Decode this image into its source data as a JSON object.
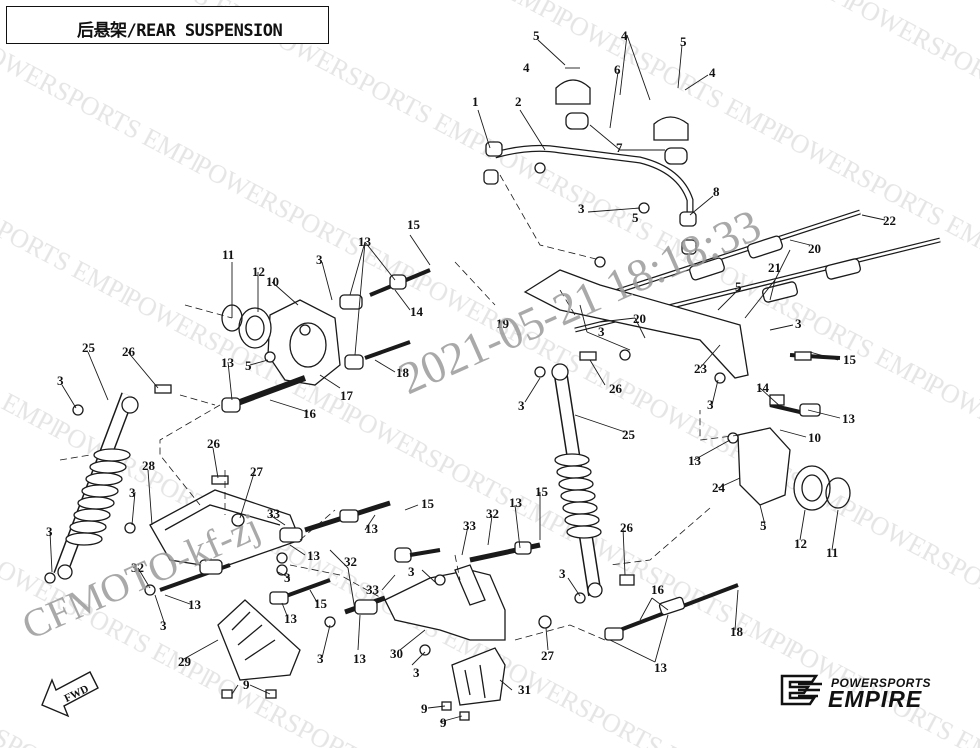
{
  "title": "后悬架/REAR SUSPENSION",
  "timestamp_watermark": "2021-05-21 18:18:33",
  "user_watermark": "CFMOTO-kf-zj",
  "repeat_watermark": "POWERSPORTS EMPIRE",
  "fwd_label": "FWD",
  "brand": {
    "top": "POWERSPORTS",
    "main": "EMPIRE"
  },
  "callout_numbers": [
    "1",
    "2",
    "3",
    "4",
    "5",
    "6",
    "7",
    "8",
    "9",
    "10",
    "11",
    "12",
    "13",
    "14",
    "15",
    "16",
    "17",
    "18",
    "19",
    "20",
    "21",
    "22",
    "23",
    "24",
    "25",
    "26",
    "27",
    "28",
    "29",
    "30",
    "31",
    "32",
    "33"
  ],
  "colors": {
    "line": "#1a1a1a",
    "watermark": "#c8c8c8",
    "stamp": "#9a9a9a"
  }
}
